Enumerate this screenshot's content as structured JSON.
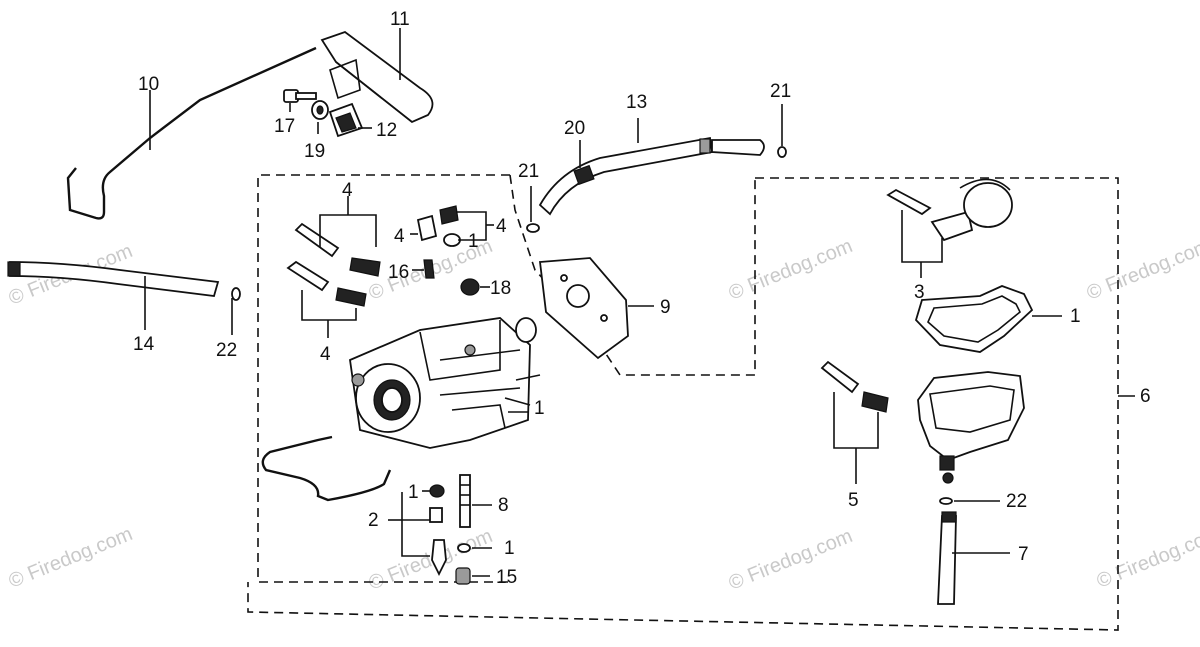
{
  "diagram": {
    "labels": {
      "p1a": "1",
      "p1b": "1",
      "p1c": "1",
      "p1d": "1",
      "p1e": "1",
      "p2": "2",
      "p3": "3",
      "p4a": "4",
      "p4b": "4",
      "p4c": "4",
      "p4d": "4",
      "p5": "5",
      "p6": "6",
      "p7": "7",
      "p8": "8",
      "p9": "9",
      "p10": "10",
      "p11": "11",
      "p12": "12",
      "p13": "13",
      "p14": "14",
      "p15": "15",
      "p16": "16",
      "p17": "17",
      "p18": "18",
      "p19": "19",
      "p20": "20",
      "p21a": "21",
      "p21b": "21",
      "p22a": "22",
      "p22b": "22"
    },
    "watermark": "© Firedog.com"
  }
}
